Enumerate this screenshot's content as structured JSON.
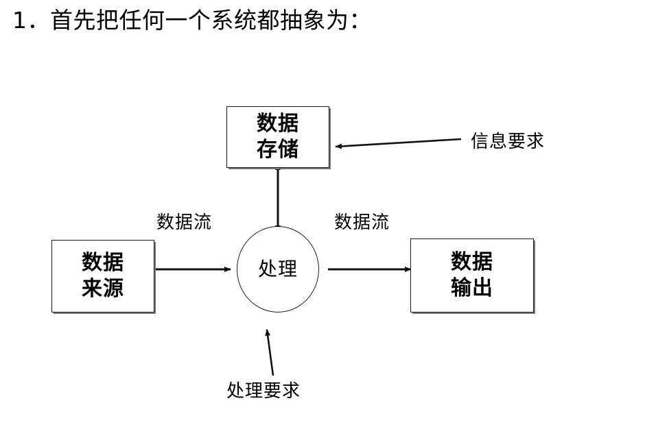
{
  "title": "1．首先把任何一个系统都抽象为：",
  "diagram": {
    "type": "data-flow-diagram",
    "stroke_color": "#1a1a1a",
    "background_color": "#ffffff",
    "nodes": [
      {
        "id": "data-store",
        "shape": "rectangle",
        "line1": "数据",
        "line2": "存储"
      },
      {
        "id": "data-source",
        "shape": "rectangle",
        "line1": "数据",
        "line2": "来源"
      },
      {
        "id": "process",
        "shape": "circle",
        "line1": "处理"
      },
      {
        "id": "data-output",
        "shape": "rectangle",
        "line1": "数据",
        "line2": "输出"
      }
    ],
    "edge_labels": {
      "flow_in": "数据流",
      "flow_out": "数据流",
      "info_requirement": "信息要求",
      "processing_requirement": "处理要求"
    },
    "edges": [
      {
        "id": "source-to-process",
        "from": "data-source",
        "to": "process",
        "arrow": "single",
        "label": "数据流"
      },
      {
        "id": "process-to-output",
        "from": "process",
        "to": "data-output",
        "arrow": "single",
        "label": "数据流"
      },
      {
        "id": "process-store",
        "from": "process",
        "to": "data-store",
        "arrow": "double",
        "label": ""
      },
      {
        "id": "info-to-store",
        "from": "信息要求",
        "to": "data-store",
        "arrow": "single",
        "label": "信息要求"
      },
      {
        "id": "procreq-to-process",
        "from": "处理要求",
        "to": "process",
        "arrow": "single",
        "label": "处理要求"
      }
    ]
  }
}
